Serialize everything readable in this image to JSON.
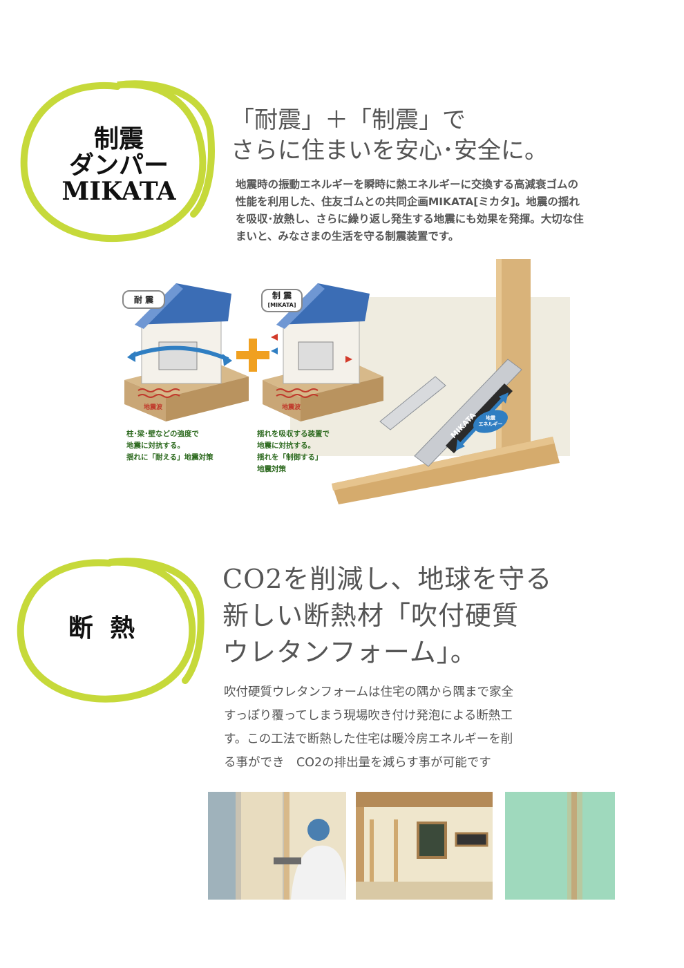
{
  "damper": {
    "circle_title_lines": [
      "制震",
      "ダンパー",
      "MIKATA"
    ],
    "heading_lines": [
      "「耐震」＋「制震」で",
      "さらに住まいを安心･安全に。"
    ],
    "body": "地震時の振動エネルギーを瞬時に熱エネルギーに交換する高減衰ゴムの性能を利用した、住友ゴムとの共同企画MIKATA[ミカタ]。地震の揺れを吸収･放熱し、さらに繰り返し発生する地震にも効果を発揮。大切な住まいと、みなさまの生活を守る制震装置です。",
    "left_house": {
      "label": "耐 震",
      "quake_label": "地震波",
      "caption_lines": [
        "柱･梁･壁などの強度で",
        "地震に対抗する。",
        "揺れに「耐える」地震対策"
      ]
    },
    "right_house": {
      "label": "制 震",
      "sublabel": "[MIKATA]",
      "quake_label": "地震波",
      "caption_lines": [
        "揺れを吸収する装置で",
        "地震に対抗する。",
        "揺れを「制御する」",
        "地震対策"
      ]
    },
    "device_brand": "MIKATA",
    "energy_label_lines": [
      "地震",
      "エネルギー"
    ],
    "colors": {
      "accent_green": "#c6d93a",
      "caption_green": "#2d6a1f",
      "plus_orange": "#f0a020",
      "roof_blue": "#3b6db5"
    }
  },
  "insulation": {
    "circle_title": "断 熱",
    "heading_lines": [
      "CO2を削減し、地球を守る",
      "新しい断熱材「吹付硬質",
      "ウレタンフォーム」。"
    ],
    "body_lines": [
      "吹付硬質ウレタンフォームは住宅の隅から隅まで家全",
      "すっぽり覆ってしまう現場吹き付け発泡による断熱工",
      "す。この工法で断熱した住宅は暖冷房エネルギーを削",
      "る事ができ　CO2の排出量を減らす事が可能です"
    ],
    "photos": [
      "spraying-worker-photo",
      "insulated-room-photo",
      "foam-closeup-photo"
    ]
  }
}
